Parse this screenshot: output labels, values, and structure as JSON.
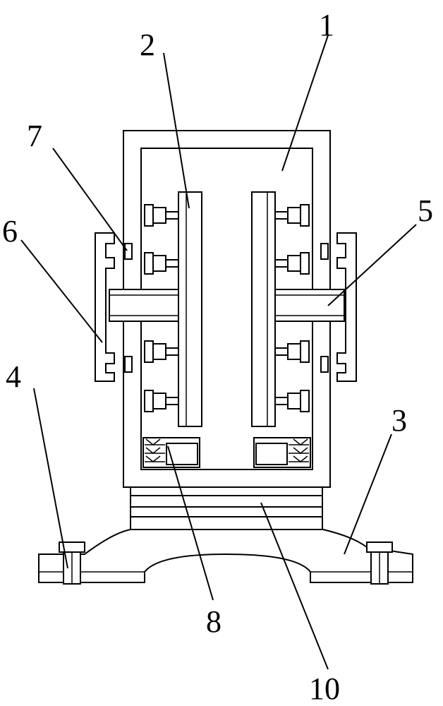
{
  "labels": {
    "l1": "1",
    "l2": "2",
    "l3": "3",
    "l4": "4",
    "l5": "5",
    "l6": "6",
    "l7": "7",
    "l8": "8",
    "l10": "10"
  }
}
